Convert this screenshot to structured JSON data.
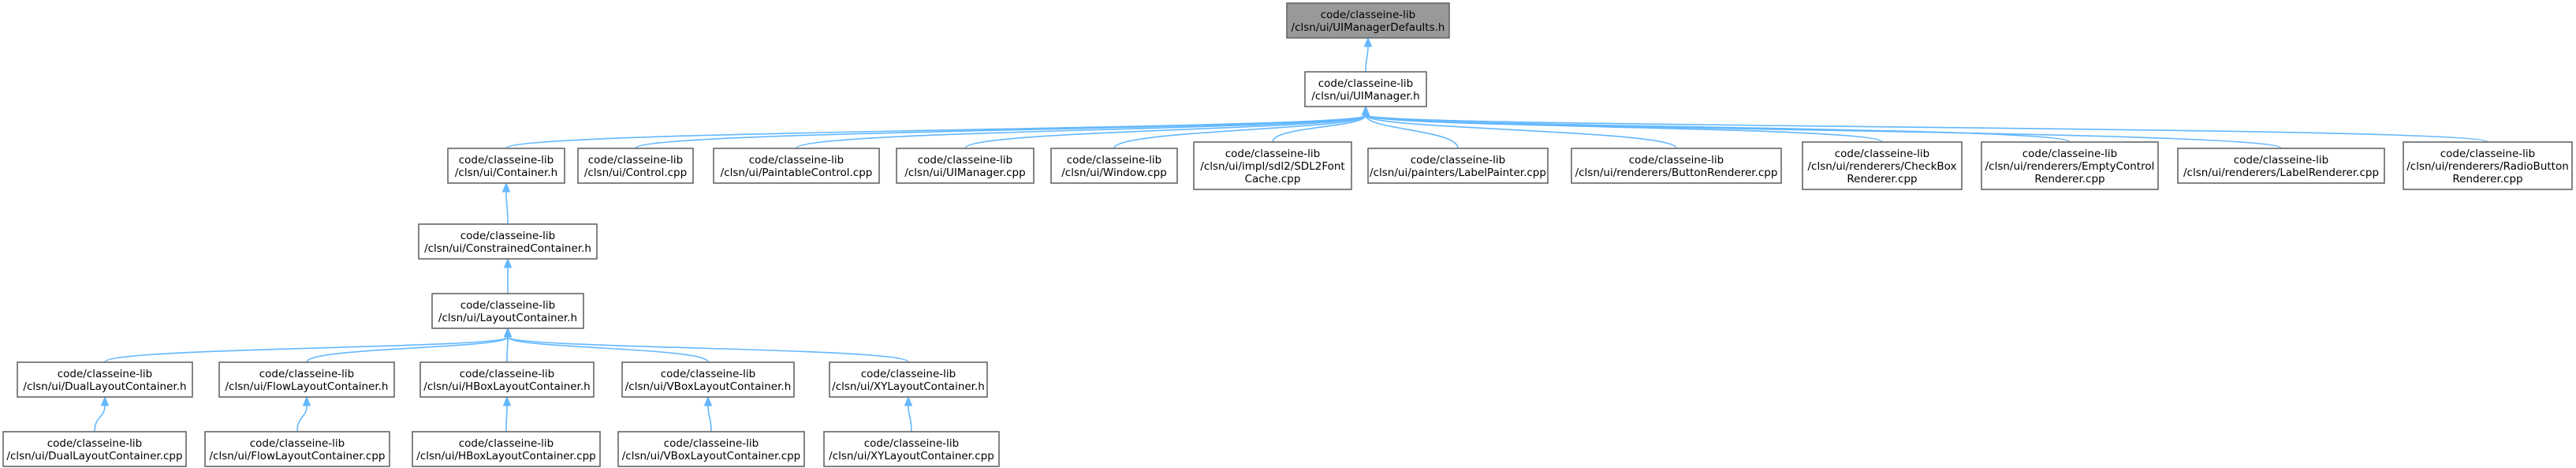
{
  "diagram": {
    "type": "include-dependency-graph",
    "colors": {
      "edge": "#63b8ff",
      "node_border": "#666666",
      "node_fill": "#ffffff",
      "focus_fill": "#999999",
      "text": "#000000",
      "background": "#ffffff"
    },
    "nodes": [
      {
        "id": "uimanagerdefaults_h",
        "lines": [
          "code/classeine-lib",
          "/clsn/ui/UIManagerDefaults.h"
        ],
        "focus": true
      },
      {
        "id": "uimanager_h",
        "lines": [
          "code/classeine-lib",
          "/clsn/ui/UIManager.h"
        ]
      },
      {
        "id": "container_h",
        "lines": [
          "code/classeine-lib",
          "/clsn/ui/Container.h"
        ]
      },
      {
        "id": "control_cpp",
        "lines": [
          "code/classeine-lib",
          "/clsn/ui/Control.cpp"
        ]
      },
      {
        "id": "paintablecontrol_cpp",
        "lines": [
          "code/classeine-lib",
          "/clsn/ui/PaintableControl.cpp"
        ]
      },
      {
        "id": "uimanager_cpp",
        "lines": [
          "code/classeine-lib",
          "/clsn/ui/UIManager.cpp"
        ]
      },
      {
        "id": "window_cpp",
        "lines": [
          "code/classeine-lib",
          "/clsn/ui/Window.cpp"
        ]
      },
      {
        "id": "sdl2fontcache_cpp",
        "lines": [
          "code/classeine-lib",
          "/clsn/ui/impl/sdl2/SDL2Font",
          "Cache.cpp"
        ]
      },
      {
        "id": "labelpainter_cpp",
        "lines": [
          "code/classeine-lib",
          "/clsn/ui/painters/LabelPainter.cpp"
        ]
      },
      {
        "id": "buttonrenderer_cpp",
        "lines": [
          "code/classeine-lib",
          "/clsn/ui/renderers/ButtonRenderer.cpp"
        ]
      },
      {
        "id": "checkboxrenderer_cpp",
        "lines": [
          "code/classeine-lib",
          "/clsn/ui/renderers/CheckBox",
          "Renderer.cpp"
        ]
      },
      {
        "id": "emptycontrolrenderer_cpp",
        "lines": [
          "code/classeine-lib",
          "/clsn/ui/renderers/EmptyControl",
          "Renderer.cpp"
        ]
      },
      {
        "id": "labelrenderer_cpp",
        "lines": [
          "code/classeine-lib",
          "/clsn/ui/renderers/LabelRenderer.cpp"
        ]
      },
      {
        "id": "radiobuttonrenderer_cpp",
        "lines": [
          "code/classeine-lib",
          "/clsn/ui/renderers/RadioButton",
          "Renderer.cpp"
        ]
      },
      {
        "id": "constrainedcontainer_h",
        "lines": [
          "code/classeine-lib",
          "/clsn/ui/ConstrainedContainer.h"
        ]
      },
      {
        "id": "layoutcontainer_h",
        "lines": [
          "code/classeine-lib",
          "/clsn/ui/LayoutContainer.h"
        ]
      },
      {
        "id": "duallayoutcontainer_h",
        "lines": [
          "code/classeine-lib",
          "/clsn/ui/DualLayoutContainer.h"
        ]
      },
      {
        "id": "flowlayoutcontainer_h",
        "lines": [
          "code/classeine-lib",
          "/clsn/ui/FlowLayoutContainer.h"
        ]
      },
      {
        "id": "hboxlayoutcontainer_h",
        "lines": [
          "code/classeine-lib",
          "/clsn/ui/HBoxLayoutContainer.h"
        ]
      },
      {
        "id": "vboxlayoutcontainer_h",
        "lines": [
          "code/classeine-lib",
          "/clsn/ui/VBoxLayoutContainer.h"
        ]
      },
      {
        "id": "xylayoutcontainer_h",
        "lines": [
          "code/classeine-lib",
          "/clsn/ui/XYLayoutContainer.h"
        ]
      },
      {
        "id": "duallayoutcontainer_cpp",
        "lines": [
          "code/classeine-lib",
          "/clsn/ui/DualLayoutContainer.cpp"
        ]
      },
      {
        "id": "flowlayoutcontainer_cpp",
        "lines": [
          "code/classeine-lib",
          "/clsn/ui/FlowLayoutContainer.cpp"
        ]
      },
      {
        "id": "hboxlayoutcontainer_cpp",
        "lines": [
          "code/classeine-lib",
          "/clsn/ui/HBoxLayoutContainer.cpp"
        ]
      },
      {
        "id": "vboxlayoutcontainer_cpp",
        "lines": [
          "code/classeine-lib",
          "/clsn/ui/VBoxLayoutContainer.cpp"
        ]
      },
      {
        "id": "xylayoutcontainer_cpp",
        "lines": [
          "code/classeine-lib",
          "/clsn/ui/XYLayoutContainer.cpp"
        ]
      }
    ],
    "edges": [
      {
        "from": "uimanager_h",
        "to": "uimanagerdefaults_h"
      },
      {
        "from": "container_h",
        "to": "uimanager_h"
      },
      {
        "from": "control_cpp",
        "to": "uimanager_h"
      },
      {
        "from": "paintablecontrol_cpp",
        "to": "uimanager_h"
      },
      {
        "from": "uimanager_cpp",
        "to": "uimanager_h"
      },
      {
        "from": "window_cpp",
        "to": "uimanager_h"
      },
      {
        "from": "sdl2fontcache_cpp",
        "to": "uimanager_h"
      },
      {
        "from": "labelpainter_cpp",
        "to": "uimanager_h"
      },
      {
        "from": "buttonrenderer_cpp",
        "to": "uimanager_h"
      },
      {
        "from": "checkboxrenderer_cpp",
        "to": "uimanager_h"
      },
      {
        "from": "emptycontrolrenderer_cpp",
        "to": "uimanager_h"
      },
      {
        "from": "labelrenderer_cpp",
        "to": "uimanager_h"
      },
      {
        "from": "radiobuttonrenderer_cpp",
        "to": "uimanager_h"
      },
      {
        "from": "constrainedcontainer_h",
        "to": "container_h"
      },
      {
        "from": "layoutcontainer_h",
        "to": "constrainedcontainer_h"
      },
      {
        "from": "duallayoutcontainer_h",
        "to": "layoutcontainer_h"
      },
      {
        "from": "flowlayoutcontainer_h",
        "to": "layoutcontainer_h"
      },
      {
        "from": "hboxlayoutcontainer_h",
        "to": "layoutcontainer_h"
      },
      {
        "from": "vboxlayoutcontainer_h",
        "to": "layoutcontainer_h"
      },
      {
        "from": "xylayoutcontainer_h",
        "to": "layoutcontainer_h"
      },
      {
        "from": "duallayoutcontainer_cpp",
        "to": "duallayoutcontainer_h"
      },
      {
        "from": "flowlayoutcontainer_cpp",
        "to": "flowlayoutcontainer_h"
      },
      {
        "from": "hboxlayoutcontainer_cpp",
        "to": "hboxlayoutcontainer_h"
      },
      {
        "from": "vboxlayoutcontainer_cpp",
        "to": "vboxlayoutcontainer_h"
      },
      {
        "from": "xylayoutcontainer_cpp",
        "to": "xylayoutcontainer_h"
      }
    ]
  }
}
